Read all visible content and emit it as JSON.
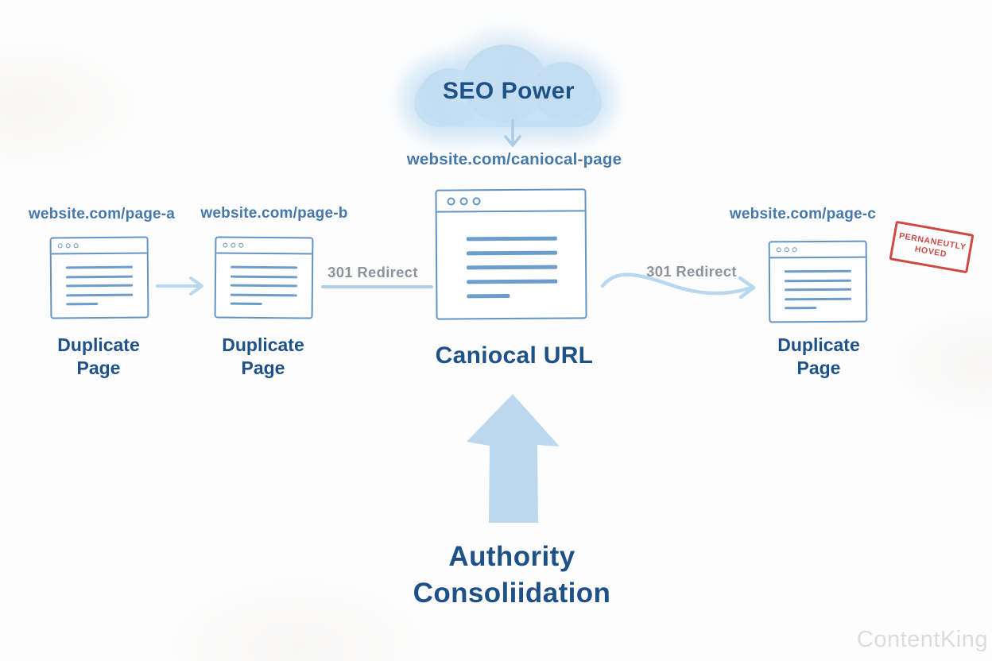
{
  "colors": {
    "background": "#fdfdfd",
    "dark_blue_text": "#1d5187",
    "medium_blue_text": "#4578ab",
    "light_blue_arrow": "#b9d7ee",
    "window_border_blue": "#6594c4",
    "window_line_blue": "#6d9dcb",
    "redirect_gray": "#8d929b",
    "stamp_red": "#cc4a45",
    "cloud_blue": "#c3ddf1",
    "watermark_gray": "#dcdcdc"
  },
  "cloud": {
    "label": "SEO Power"
  },
  "canonical": {
    "url": "website.com/caniocal-page",
    "title": "Caniocal URL"
  },
  "pages": [
    {
      "url": "website.com/page-a",
      "label1": "Duplicate",
      "label2": "Page"
    },
    {
      "url": "website.com/page-b",
      "label1": "Duplicate",
      "label2": "Page"
    },
    {
      "url": "website.com/page-c",
      "label1": "Duplicate",
      "label2": "Page"
    }
  ],
  "redirects": {
    "left": "301 Redirect",
    "right": "301 Redirect"
  },
  "stamp": {
    "line1": "PERNANEUTLY",
    "line2": "HOVED"
  },
  "authority": {
    "line1": "Authority",
    "line2": "Consoliidation"
  },
  "watermark": "ContentKing"
}
